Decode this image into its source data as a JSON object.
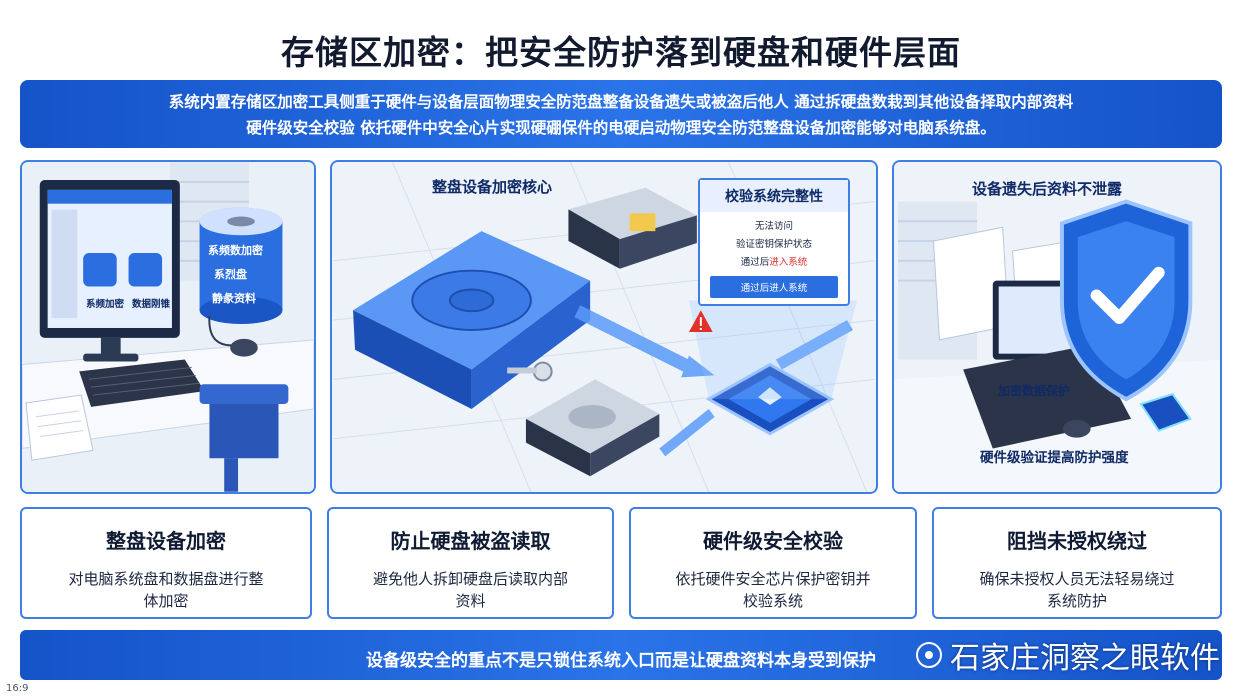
{
  "title": "存储区加密：把安全防护落到硬盘和硬件层面",
  "banner": {
    "line1": "系统内置存储区加密工具侧重于硬件与设备层面物理安全防范盘整备设备遗失或被盗后他人 通过拆硬盘数栽到其他设备择取内部资料",
    "line2": "硬件级安全校验 依托硬件中安全心片实现硬硼保件的电硬启动物理安全防范整盘设备加密能够对电脑系统盘。"
  },
  "panel1": {
    "icon_label_1": "系频加密",
    "icon_label_2": "数据刚锥",
    "disk_labels": [
      "系频数加密",
      "系烈盘",
      "静彖资料"
    ]
  },
  "panel2": {
    "heading": "整盘设备加密核心",
    "popup": {
      "title": "校验系统完整性",
      "lines": [
        "无法访问",
        "验证密钥保护状态"
      ],
      "line3_prefix": "通过后",
      "line3_red": "进入系统",
      "button": "通过后进人系统"
    }
  },
  "panel3": {
    "heading": "设备遗失后资料不泄露",
    "screen_text": "加密数据保护",
    "bottom_label": "硬件级验证提高防护强度"
  },
  "cards": [
    {
      "title": "整盘设备加密",
      "body": "对电脑系统盘和数据盘进行整体加密"
    },
    {
      "title": "防止硬盘被盗读取",
      "body": "避免他人拆卸硬盘后读取内部资料"
    },
    {
      "title": "硬件级安全校验",
      "body": "依托硬件安全芯片保护密钥并校验系统"
    },
    {
      "title": "阻挡未授权绕过",
      "body": "确保未授权人员无法轻易绕过系统防护"
    }
  ],
  "footer": "设备级安全的重点不是只锁住系统入口而是让硬盘资料本身受到保护",
  "watermark": "石家庄洞察之眼软件",
  "ratio": "16:9",
  "colors": {
    "primary": "#1f63d8",
    "accent_light": "#9cc4ff",
    "alert": "#e0322b",
    "border": "#3f7ee3"
  }
}
